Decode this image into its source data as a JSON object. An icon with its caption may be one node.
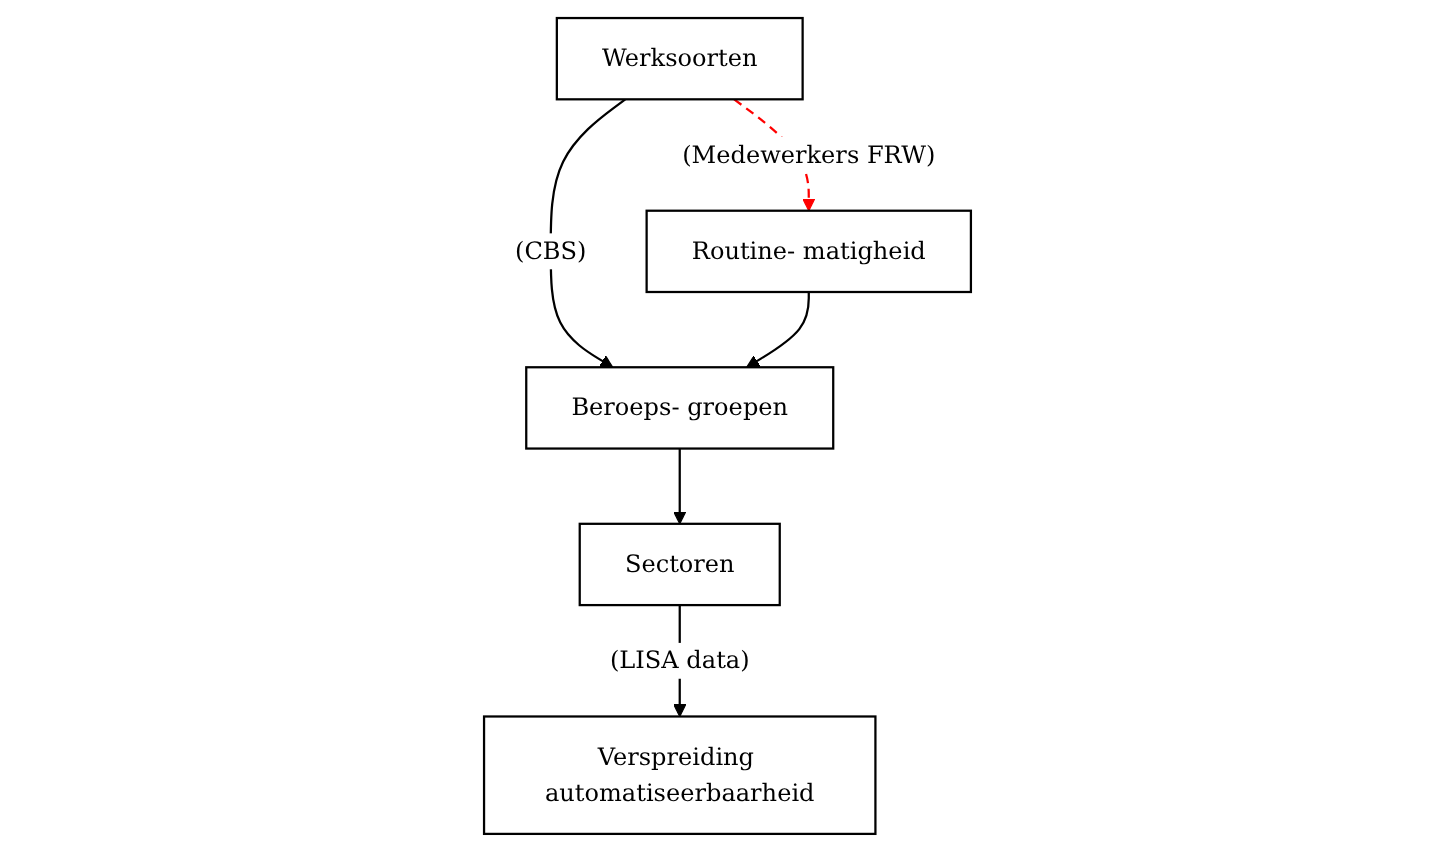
{
  "diagram": {
    "nodes": [
      {
        "text": [
          "Werksoorten"
        ]
      },
      {
        "text": [
          "Routine- matigheid"
        ]
      },
      {
        "text": [
          "Beroeps- groepen"
        ]
      },
      {
        "text": [
          "Sectoren"
        ]
      },
      {
        "text": [
          "Verspreiding automatiseerbaarheid"
        ]
      }
    ],
    "edges": [
      {
        "from": 0,
        "to": 1,
        "arrow": "to",
        "label": "(Medewerkers FRW)",
        "style": "dashed",
        "color": "#ff0000"
      },
      {
        "from": 0,
        "to": 2,
        "arrow": "to",
        "label": "(CBS)"
      },
      {
        "from": 1,
        "to": 2,
        "arrow": "to"
      },
      {
        "from": 2,
        "to": 3,
        "arrow": "to"
      },
      {
        "from": 3,
        "to": 4,
        "arrow": "to",
        "label": "(LISA data)"
      }
    ]
  }
}
